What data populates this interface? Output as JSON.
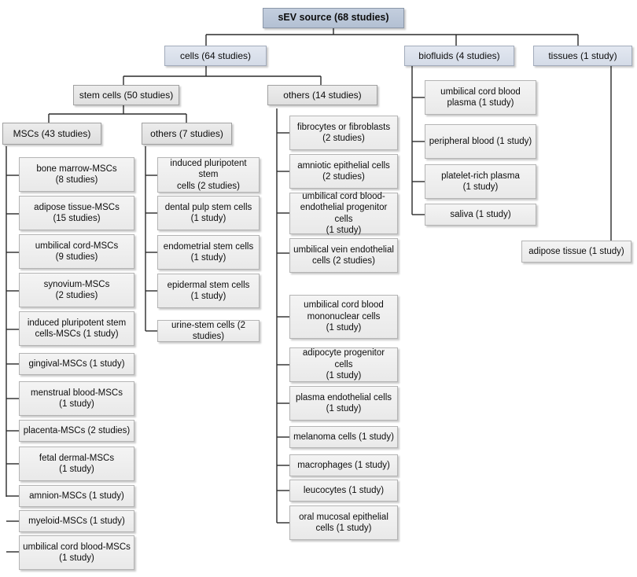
{
  "diagram": {
    "title": "sEV source classification tree",
    "colors": {
      "root_fill": "#b9c5d8",
      "tier2_fill": "#dde2ec",
      "leaf_fill": "#eeeeee",
      "border": "#9a9a9a",
      "line": "#2b2b2b",
      "text": "#0d0d0d"
    },
    "root": {
      "label": "sEV source (68 studies)"
    },
    "tier2": [
      {
        "id": "cells",
        "label": "cells (64 studies)"
      },
      {
        "id": "biofluids",
        "label": "biofluids (4 studies)"
      },
      {
        "id": "tissues",
        "label": "tissues (1 study)"
      }
    ],
    "tier3": [
      {
        "id": "stem-cells",
        "label": "stem cells (50 studies)"
      },
      {
        "id": "cells-others",
        "label": "others (14 studies)"
      }
    ],
    "tier4": [
      {
        "id": "mscs",
        "label": "MSCs (43 studies)"
      },
      {
        "id": "stem-others",
        "label": "others (7 studies)"
      }
    ],
    "msc_children": [
      {
        "label": "bone marrow-MSCs\n(8 studies)"
      },
      {
        "label": "adipose tissue-MSCs\n(15 studies)"
      },
      {
        "label": "umbilical cord-MSCs\n(9 studies)"
      },
      {
        "label": "synovium-MSCs\n(2 studies)"
      },
      {
        "label": "induced pluripotent stem\ncells-MSCs (1 study)"
      },
      {
        "label": "gingival-MSCs (1 study)"
      },
      {
        "label": "menstrual blood-MSCs\n(1 study)"
      },
      {
        "label": "placenta-MSCs (2 studies)"
      },
      {
        "label": "fetal dermal-MSCs\n(1 study)"
      },
      {
        "label": "amnion-MSCs (1 study)"
      },
      {
        "label": "myeloid-MSCs (1 study)"
      },
      {
        "label": "umbilical cord blood-MSCs\n(1 study)"
      }
    ],
    "stem_others_children": [
      {
        "label": "induced pluripotent stem\ncells (2 studies)"
      },
      {
        "label": "dental pulp stem cells\n(1 study)"
      },
      {
        "label": "endometrial stem cells\n(1 study)"
      },
      {
        "label": "epidermal stem cells\n(1 study)"
      },
      {
        "label": "urine-stem cells (2 studies)"
      }
    ],
    "cells_others_children": [
      {
        "label": "fibrocytes or fibroblasts\n(2 studies)"
      },
      {
        "label": "amniotic epithelial cells\n(2 studies)"
      },
      {
        "label": "umbilical cord blood-\nendothelial progenitor cells\n(1 study)"
      },
      {
        "label": "umbilical vein endothelial\ncells (2 studies)"
      },
      {
        "label": "umbilical cord blood\nmononuclear cells\n(1 study)"
      },
      {
        "label": "adipocyte progenitor cells\n(1 study)"
      },
      {
        "label": "plasma endothelial cells\n(1 study)"
      },
      {
        "label": "melanoma cells (1 study)"
      },
      {
        "label": "macrophages (1 study)"
      },
      {
        "label": "leucocytes (1 study)"
      },
      {
        "label": "oral mucosal epithelial\ncells (1 study)"
      }
    ],
    "biofluids_children": [
      {
        "label": "umbilical cord blood\nplasma (1 study)"
      },
      {
        "label": "peripheral blood (1 study)"
      },
      {
        "label": "platelet-rich plasma\n(1 study)"
      },
      {
        "label": "saliva (1 study)"
      }
    ],
    "tissues_children": [
      {
        "label": "adipose tissue (1 study)"
      }
    ]
  }
}
